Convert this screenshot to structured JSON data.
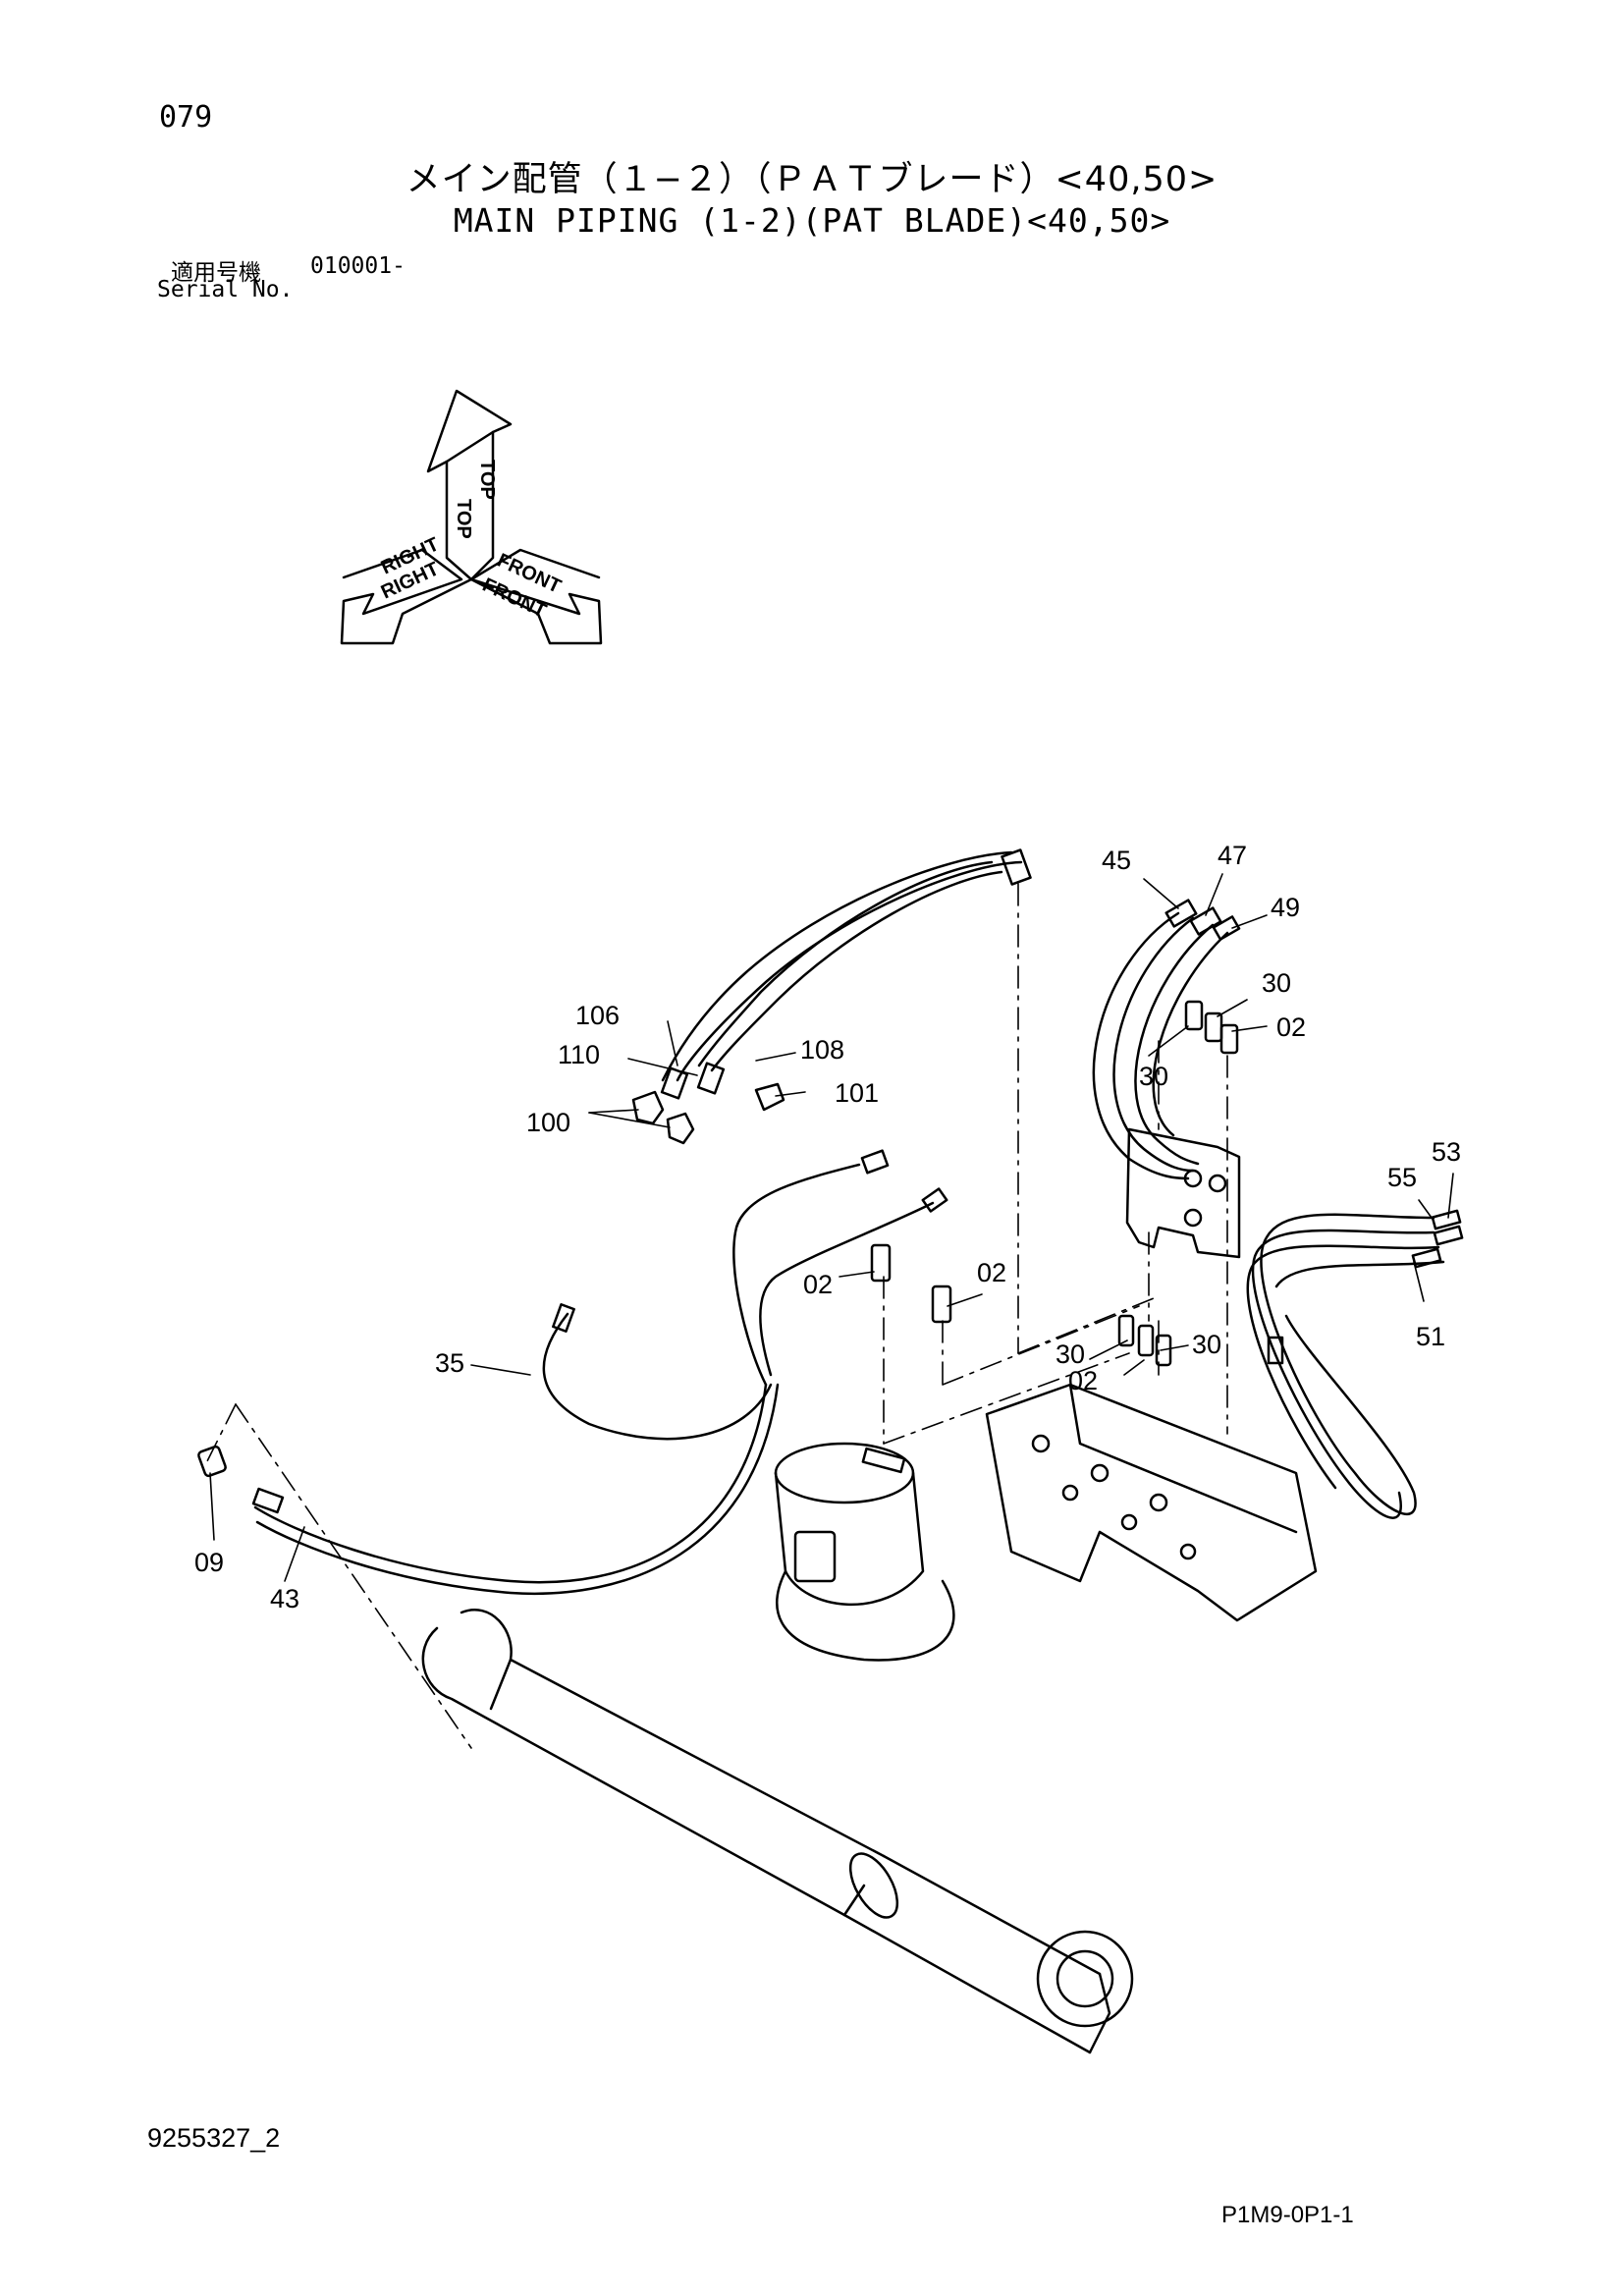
{
  "header": {
    "page_number": "079",
    "title_jp": "メイン配管（１−２）（ＰＡＴブレード）<40,50>",
    "title_en": "MAIN PIPING (1-2)(PAT BLADE)<40,50>",
    "serial_label_jp": "適用号機",
    "serial_value": "010001-",
    "serial_label_en": "Serial No."
  },
  "orientation": {
    "top": "TOP",
    "right": "RIGHT",
    "front": "FRONT"
  },
  "callouts": {
    "c45": "45",
    "c47": "47",
    "c49": "49",
    "c30a": "30",
    "c02a": "02",
    "c30b": "30",
    "c106": "106",
    "c110": "110",
    "c108": "108",
    "c101": "101",
    "c100": "100",
    "c55": "55",
    "c53": "53",
    "c51": "51",
    "c02b": "02",
    "c02c": "02",
    "c30c": "30",
    "c02d": "02",
    "c30d": "30",
    "c35": "35",
    "c09": "09",
    "c43": "43"
  },
  "footer": {
    "document_number": "9255327_2",
    "sheet_code": "P1M9-0P1-1"
  }
}
